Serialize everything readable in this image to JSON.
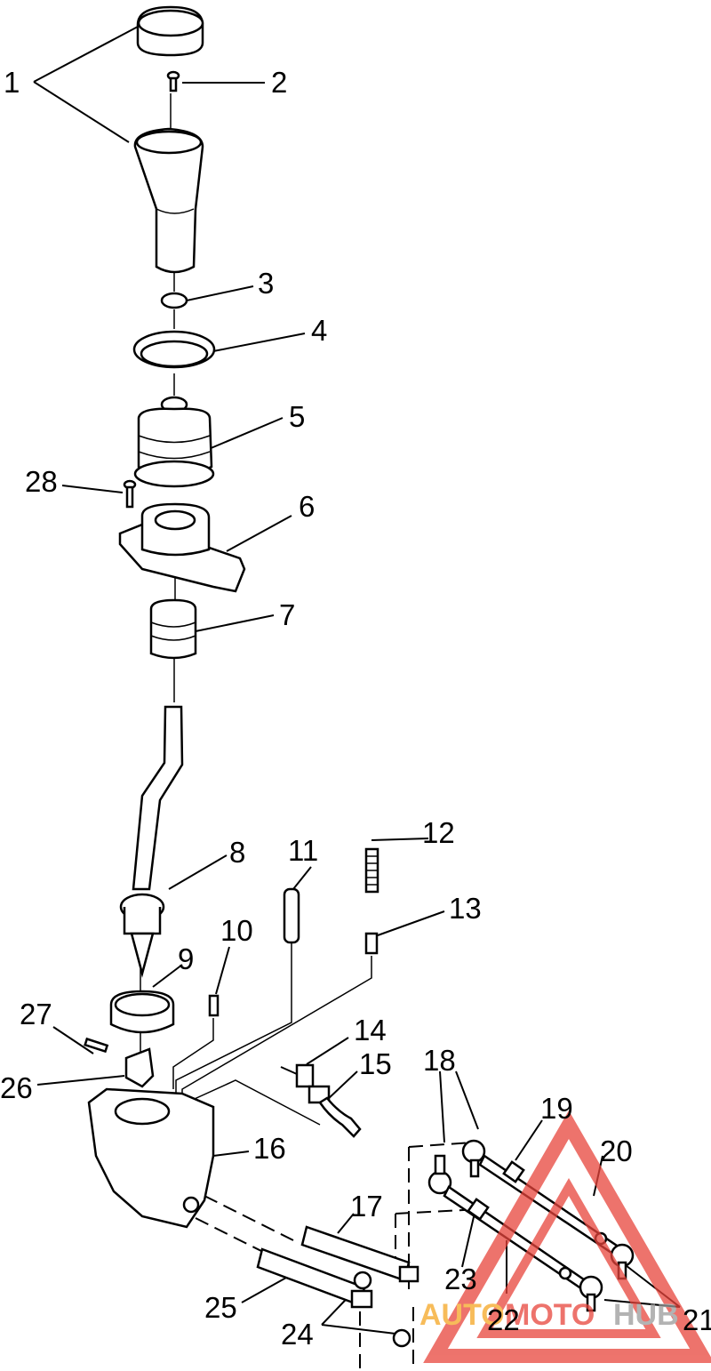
{
  "callouts": [
    {
      "id": "1",
      "text": "1"
    },
    {
      "id": "2",
      "text": "2"
    },
    {
      "id": "3",
      "text": "3"
    },
    {
      "id": "4",
      "text": "4"
    },
    {
      "id": "5",
      "text": "5"
    },
    {
      "id": "6",
      "text": "6"
    },
    {
      "id": "7",
      "text": "7"
    },
    {
      "id": "8",
      "text": "8"
    },
    {
      "id": "9",
      "text": "9"
    },
    {
      "id": "10",
      "text": "10"
    },
    {
      "id": "11",
      "text": "11"
    },
    {
      "id": "12",
      "text": "12"
    },
    {
      "id": "13",
      "text": "13"
    },
    {
      "id": "14",
      "text": "14"
    },
    {
      "id": "15",
      "text": "15"
    },
    {
      "id": "16",
      "text": "16"
    },
    {
      "id": "17",
      "text": "17"
    },
    {
      "id": "18",
      "text": "18"
    },
    {
      "id": "19",
      "text": "19"
    },
    {
      "id": "20",
      "text": "20"
    },
    {
      "id": "21",
      "text": "21"
    },
    {
      "id": "22",
      "text": "22"
    },
    {
      "id": "23",
      "text": "23"
    },
    {
      "id": "24",
      "text": "24"
    },
    {
      "id": "25",
      "text": "25"
    },
    {
      "id": "26",
      "text": "26"
    },
    {
      "id": "27",
      "text": "27"
    },
    {
      "id": "28",
      "text": "28"
    }
  ],
  "watermark": {
    "text_orange": "AUTO",
    "text_red": "MOTO",
    "text_gray": "HUB",
    "colors": {
      "orange": "#f5a623",
      "red": "#e8453c",
      "gray": "#9a9a9a"
    }
  }
}
